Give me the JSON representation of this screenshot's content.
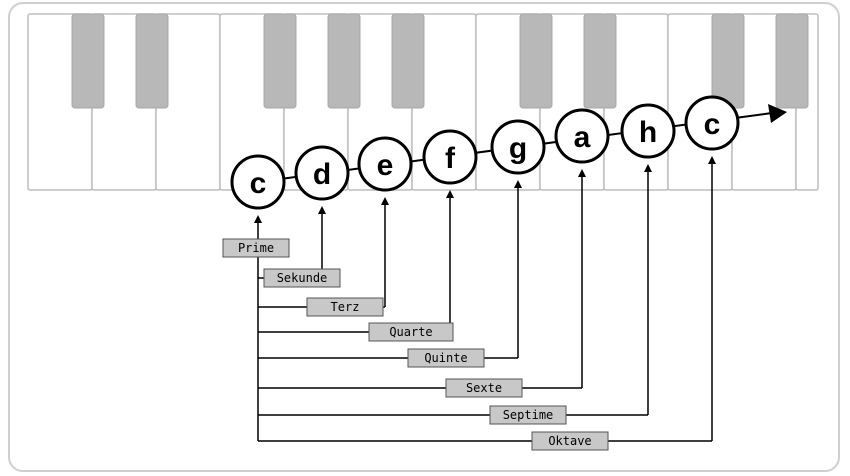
{
  "diagram": {
    "notes": [
      "c",
      "d",
      "e",
      "f",
      "g",
      "a",
      "h",
      "c"
    ],
    "intervals": [
      "Prime",
      "Sekunde",
      "Terz",
      "Quarte",
      "Quinte",
      "Sexte",
      "Septime",
      "Oktave"
    ]
  },
  "colors": {
    "frame": "#cfcfcf",
    "white_key_border": "#bdbdbd",
    "black_key": "#b8b8b8",
    "label_fill": "#c8c8c8",
    "line": "#000000"
  }
}
